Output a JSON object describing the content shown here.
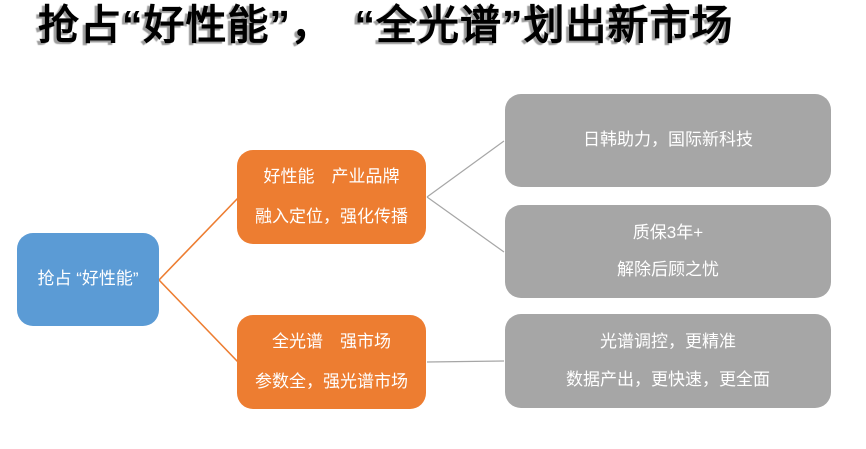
{
  "title": "抢占“好性能”，　“全光谱”划出新市场",
  "colors": {
    "blue": "#5B9BD5",
    "orange": "#ED7D31",
    "gray": "#A6A6A6"
  },
  "diagram": {
    "root": {
      "label": "抢占 “好性能”"
    },
    "branches": [
      {
        "lines": [
          "好性能　产业品牌",
          "融入定位，强化传播"
        ],
        "children": [
          {
            "lines": [
              "日韩助力，国际新科技"
            ]
          },
          {
            "lines": [
              "质保3年+",
              "解除后顾之忧"
            ]
          }
        ]
      },
      {
        "lines": [
          "全光谱　强市场",
          "参数全，强光谱市场"
        ],
        "children": [
          {
            "lines": [
              "光谱调控，更精准",
              "数据产出，更快速，更全面"
            ]
          }
        ]
      }
    ]
  }
}
